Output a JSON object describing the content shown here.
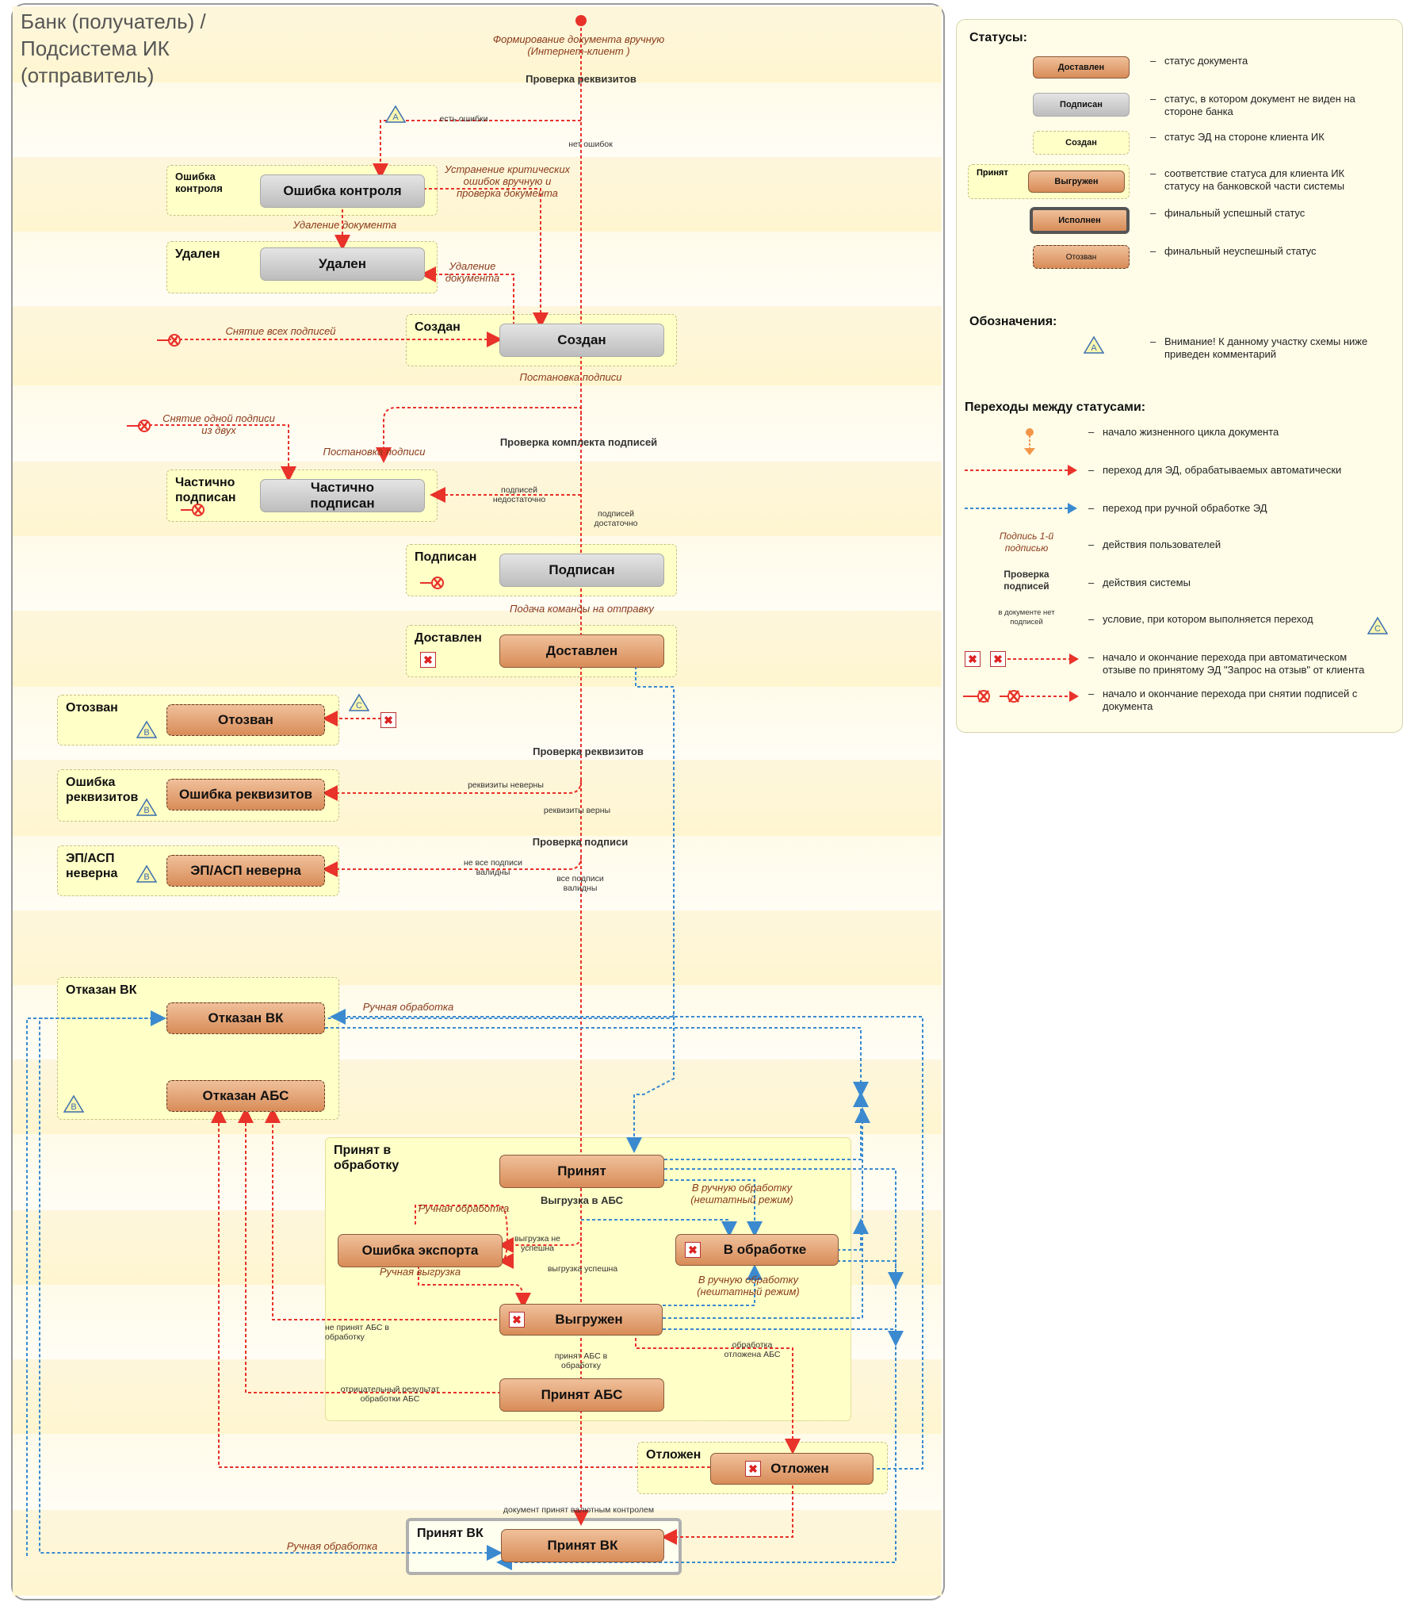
{
  "title": "Банк (получатель) /\nПодсистема ИК\n(отправитель)",
  "groups": {
    "error_control": "Ошибка\nконтроля",
    "deleted": "Удален",
    "created": "Создан",
    "partial": "Частично\nподписан",
    "signed": "Подписан",
    "delivered": "Доставлен",
    "recalled": "Отозван",
    "req_error": "Ошибка\nреквизитов",
    "ep_invalid": "ЭП/АСП\nневерна",
    "rejected_vk": "Отказан ВК",
    "accepted": "Принят в\nобработку",
    "postponed": "Отложен",
    "accepted_vk": "Принят ВК"
  },
  "nodes": {
    "error_control": "Ошибка контроля",
    "deleted": "Удален",
    "created": "Создан",
    "partial": "Частично\nподписан",
    "signed": "Подписан",
    "delivered": "Доставлен",
    "recalled": "Отозван",
    "req_error": "Ошибка реквизитов",
    "ep_invalid": "ЭП/АСП неверна",
    "rejected_vk": "Отказан ВК",
    "rejected_abs": "Отказан АБС",
    "accepted": "Принят",
    "export_error": "Ошибка экспорта",
    "processing": "В обработке",
    "exported": "Выгружен",
    "accepted_abs": "Принят АБС",
    "postponed": "Отложен",
    "accepted_vk": "Принят ВК"
  },
  "labels": {
    "manual_creation": "Формирование  документа вручную\n(Интернет-клиент )",
    "check_req": "Проверка реквизитов",
    "has_errors": "есть ошибки",
    "no_errors": "нет   ошибок",
    "fix_errors": "Устранение критических\nошибок вручную и\nпроверка документа",
    "delete_doc": "Удаление документа",
    "delete_doc2": "Удаление\nдокумента",
    "remove_all_sigs": "Снятие всех подписей",
    "sign": "Постановка подписи",
    "remove_one_sig": "Снятие одной подписи\nиз двух",
    "sign2": "Постановка подписи",
    "check_sigs": "Проверка комплекта  подписей",
    "sigs_insufficient": "подписей\nнедостаточно",
    "sigs_sufficient": "подписей\nдостаточно",
    "send_cmd": "Подача команды на отправку",
    "check_req2": "Проверка реквизитов",
    "req_invalid": "реквизиты неверны",
    "req_valid": "реквизиты верны",
    "check_sig": "Проверка подписи",
    "not_all_valid": "не  все подписи\nвалидны",
    "all_valid": "все подписи\nвалидны",
    "manual_processing": "Ручная обработка",
    "export_abs": "Выгрузка в АБС",
    "to_manual": "В ручную обработку\n(нештатный режим)",
    "manual_processing2": "Ручная обработка",
    "export_failed": "выгрузка не\nуспешна",
    "export_ok": "выгрузка успешна",
    "manual_export": "Ручная выгрузка",
    "to_manual2": "В ручную обработку\n(нештатный режим)",
    "not_accepted_abs": "не принят АБС в\nобработку",
    "accepted_abs_proc": "принят АБС в\nобработку",
    "postponed_abs": "обработка\nотложена АБС",
    "negative_result": "отрицательный результат\nобработки АБС",
    "accepted_by_vk": "документ принят валютным контролем",
    "manual_processing3": "Ручная обработка"
  },
  "markers": {
    "A": "A",
    "B": "B",
    "C": "C"
  },
  "legend": {
    "statuses_title": "Статусы:",
    "statuses": [
      {
        "swatch": "Доставлен",
        "text": "статус  документа"
      },
      {
        "swatch": "Подписан",
        "text": "статус, в котором документ не виден на\nстороне банка"
      },
      {
        "swatch": "Создан",
        "text": "статус ЭД  на стороне клиента ИК"
      },
      {
        "swatch": "Выгружен",
        "prefix": "Принят",
        "text": "соответствие статуса для клиента ИК\nстатусу на банковской части системы"
      },
      {
        "swatch": "Исполнен",
        "text": "финальный успешный статус"
      },
      {
        "swatch": "Отозван",
        "text": "финальный неуспешный статус"
      }
    ],
    "notation_title": "Обозначения:",
    "notation_text": "Внимание! К данному участку схемы ниже\nприведен комментарий",
    "transitions_title": "Переходы между статусами:",
    "transitions": [
      {
        "text": "начало жизненного цикла документа"
      },
      {
        "text": "переход для ЭД, обрабатываемых автоматически"
      },
      {
        "text": "переход при ручной обработке ЭД"
      },
      {
        "sample": "Подпись 1-й\nподписью",
        "text": "действия пользователей"
      },
      {
        "sample": "Проверка\nподписей",
        "text": "действия системы"
      },
      {
        "sample": "в документе нет\nподписей",
        "text": "условие, при котором выполняется переход"
      },
      {
        "text": "начало и окончание перехода при автоматическом\nотзыве по принятому ЭД \"Запрос на отзыв\" от клиента"
      },
      {
        "text": "начало и окончание перехода при снятии подписей с\nдокумента"
      }
    ],
    "dash": "–"
  },
  "colors": {
    "auto": "#e8322a",
    "manual": "#3b8ad0",
    "start": "#f2964a"
  }
}
